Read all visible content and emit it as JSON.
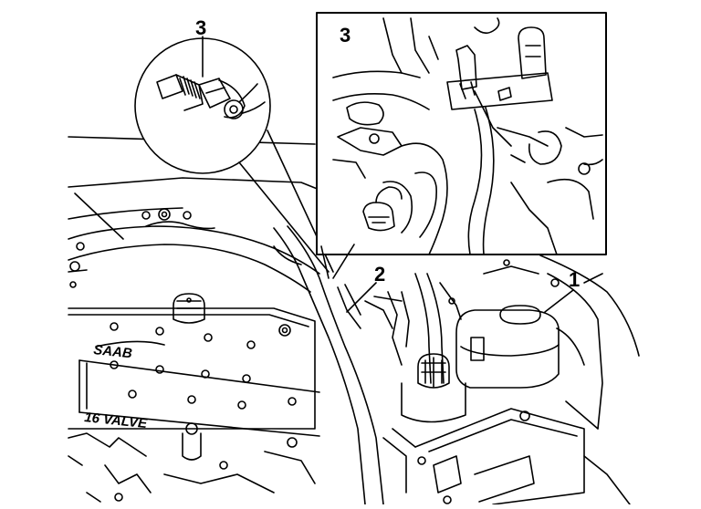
{
  "callouts": {
    "circle_label": "3",
    "inset_label": "3",
    "label_1": "1",
    "label_2": "2"
  },
  "engine": {
    "brand_emboss": "SAAB",
    "valve_emboss": "16 VALVE"
  }
}
